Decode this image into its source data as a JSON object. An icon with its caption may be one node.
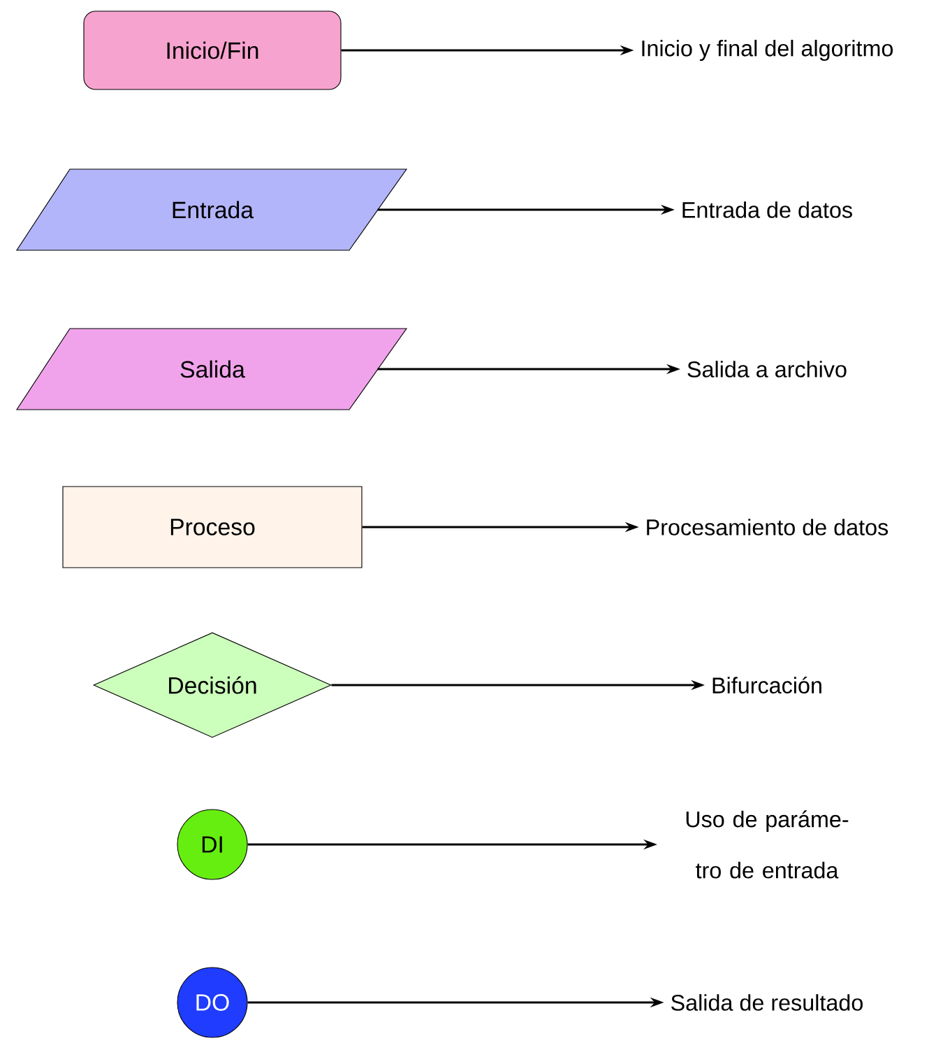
{
  "diagram": {
    "nodes": [
      {
        "text": [
          "Inicio/Fin"
        ]
      },
      {
        "text": [
          "Entrada"
        ]
      },
      {
        "text": [
          "Salida"
        ]
      },
      {
        "text": [
          "Proceso"
        ]
      },
      {
        "text": [
          "Decisión"
        ]
      },
      {
        "text": [
          "DI"
        ]
      },
      {
        "text": [
          "DO"
        ]
      },
      {
        "text": [
          "Inicio y final del algoritmo"
        ]
      },
      {
        "text": [
          "Entrada de datos"
        ]
      },
      {
        "text": [
          "Salida a archivo"
        ]
      },
      {
        "text": [
          "Procesamiento de datos"
        ]
      },
      {
        "text": [
          "Bifurcación"
        ]
      },
      {
        "text": [
          "Uso de paráme- tro de entrada"
        ]
      },
      {
        "text": [
          "Salida de resultado"
        ]
      }
    ],
    "edges": [
      {
        "from": 0,
        "to": 7,
        "arrow": "to"
      },
      {
        "from": 1,
        "to": 8,
        "arrow": "to"
      },
      {
        "from": 2,
        "to": 9,
        "arrow": "to"
      },
      {
        "from": 3,
        "to": 10,
        "arrow": "to"
      },
      {
        "from": 4,
        "to": 11,
        "arrow": "to"
      },
      {
        "from": 5,
        "to": 12,
        "arrow": "to"
      },
      {
        "from": 6,
        "to": 13,
        "arrow": "to"
      }
    ]
  }
}
